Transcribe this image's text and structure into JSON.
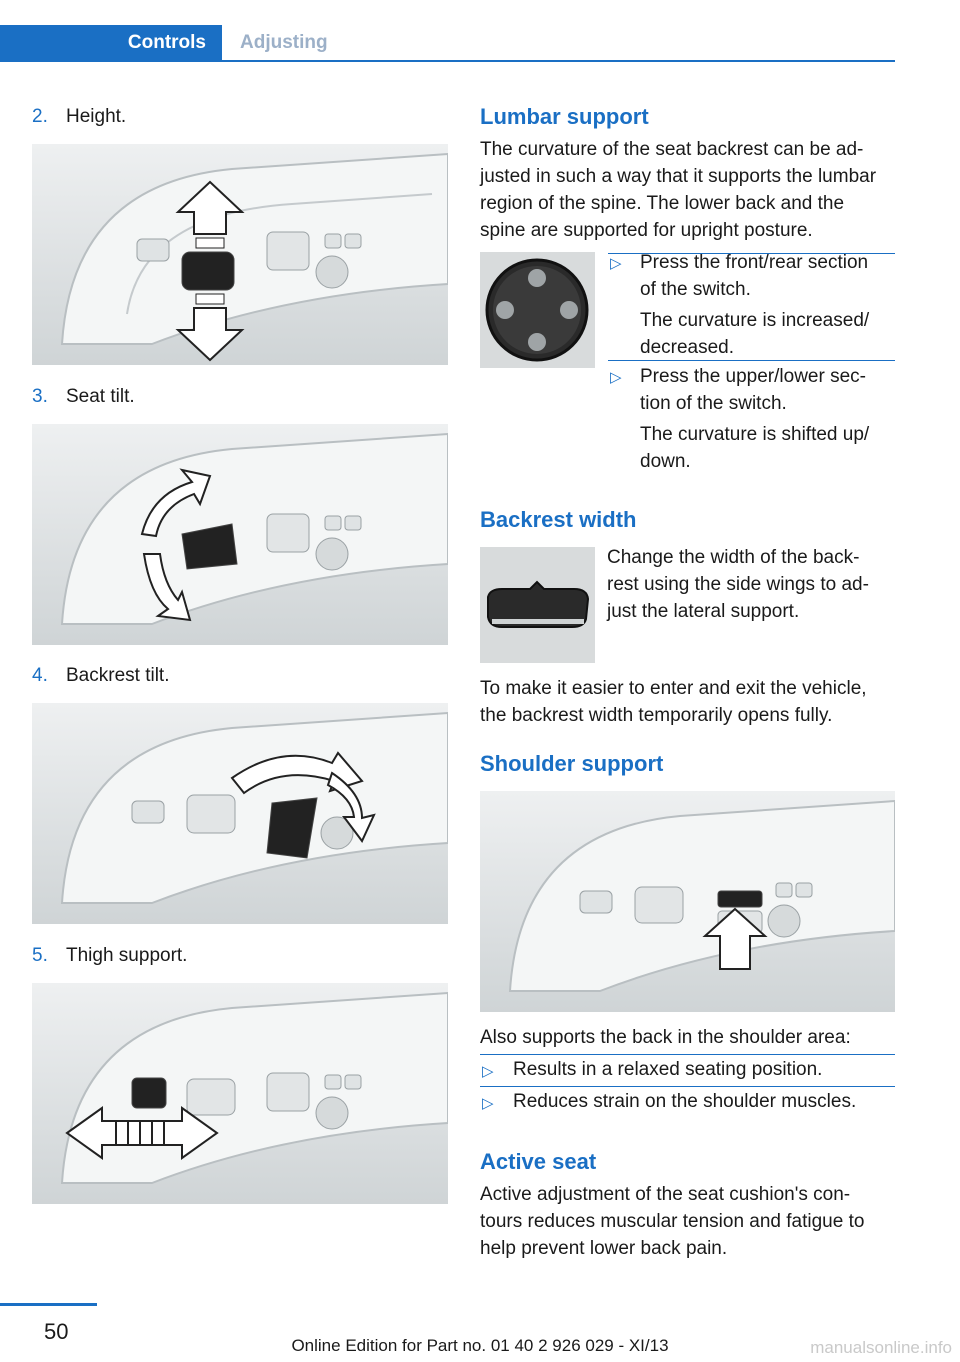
{
  "header": {
    "active_tab": "Controls",
    "inactive_tab": "Adjusting"
  },
  "left_column": {
    "items": [
      {
        "num": "2.",
        "label": "Height."
      },
      {
        "num": "3.",
        "label": "Seat tilt."
      },
      {
        "num": "4.",
        "label": "Backrest tilt."
      },
      {
        "num": "5.",
        "label": "Thigh support."
      }
    ]
  },
  "lumbar": {
    "title": "Lumbar support",
    "intro_lines": [
      "The curvature of the seat backrest can be ad‐",
      "justed in such a way that it supports the lumbar",
      "region of the spine. The lower back and the",
      "spine are supported for upright posture."
    ],
    "bullets": [
      {
        "lines": [
          "Press the front/rear section",
          "of the switch."
        ],
        "sub": [
          "The curvature is increased/",
          "decreased."
        ]
      },
      {
        "lines": [
          "Press the upper/lower sec‐",
          "tion of the switch."
        ],
        "sub": [
          "The curvature is shifted up/",
          "down."
        ]
      }
    ]
  },
  "backrest_width": {
    "title": "Backrest width",
    "side_lines": [
      "Change the width of the back‐",
      "rest using the side wings to ad‐",
      "just the lateral support."
    ],
    "note_lines": [
      "To make it easier to enter and exit the vehicle,",
      "the backrest width temporarily opens fully."
    ]
  },
  "shoulder": {
    "title": "Shoulder support",
    "intro": "Also supports the back in the shoulder area:",
    "bullets": [
      "Results in a relaxed seating position.",
      "Reduces strain on the shoulder muscles."
    ]
  },
  "active_seat": {
    "title": "Active seat",
    "lines": [
      "Active adjustment of the seat cushion's con‐",
      "tours reduces muscular tension and fatigue to",
      "help prevent lower back pain."
    ]
  },
  "footer": {
    "page_number": "50",
    "edition": "Online Edition for Part no. 01 40 2 926 029 - XI/13",
    "watermark": "manualsonline.info"
  },
  "colors": {
    "accent": "#1a6fc4",
    "text": "#1a1a1a",
    "inactive_tab": "#9cb0c8"
  }
}
